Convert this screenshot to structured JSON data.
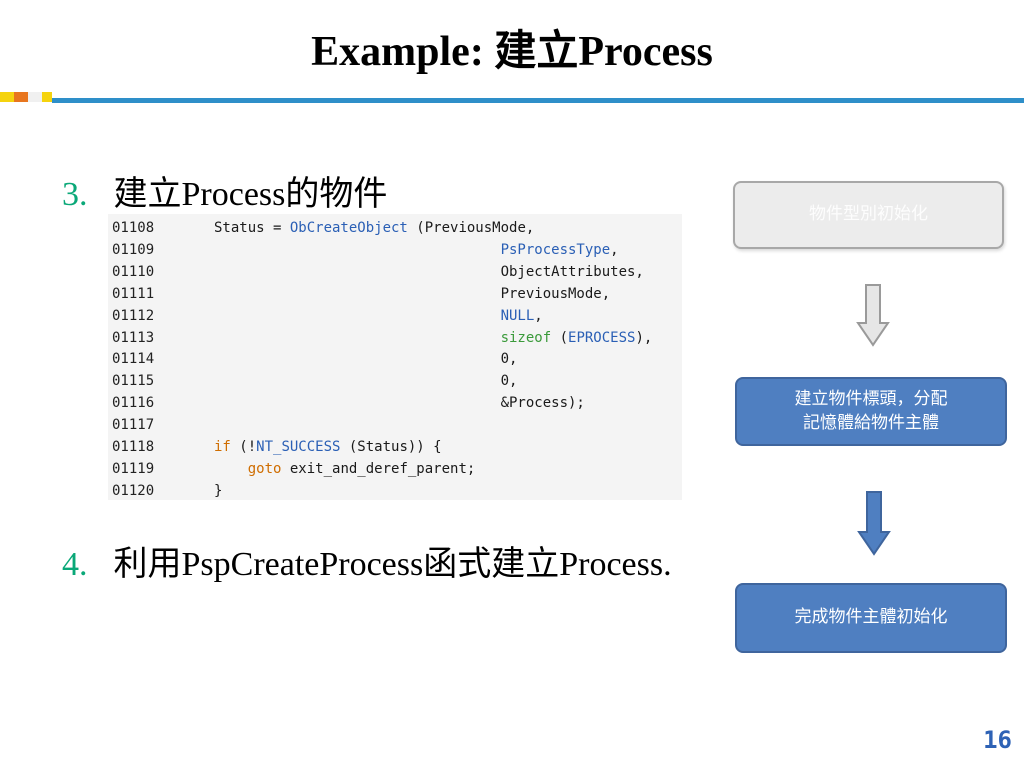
{
  "title": {
    "prefix": "Example: ",
    "cjk": "建立",
    "suffix": "Process"
  },
  "items": [
    {
      "number": "3.",
      "text": "建立Process的物件"
    },
    {
      "number": "4.",
      "text": "利用PspCreateProcess函式建立Process."
    }
  ],
  "code": [
    {
      "ln": "01108",
      "parts": [
        {
          "t": "Status = "
        },
        {
          "t": "ObCreateObject",
          "c": "blue"
        },
        {
          "t": " (PreviousMode,"
        }
      ]
    },
    {
      "ln": "01109",
      "parts": [
        {
          "t": "                                  "
        },
        {
          "t": "PsProcessType",
          "c": "blue"
        },
        {
          "t": ","
        }
      ]
    },
    {
      "ln": "01110",
      "parts": [
        {
          "t": "                                  ObjectAttributes,"
        }
      ]
    },
    {
      "ln": "01111",
      "parts": [
        {
          "t": "                                  PreviousMode,"
        }
      ]
    },
    {
      "ln": "01112",
      "parts": [
        {
          "t": "                                  "
        },
        {
          "t": "NULL",
          "c": "blue"
        },
        {
          "t": ","
        }
      ]
    },
    {
      "ln": "01113",
      "parts": [
        {
          "t": "                                  "
        },
        {
          "t": "sizeof",
          "c": "green"
        },
        {
          "t": " ("
        },
        {
          "t": "EPROCESS",
          "c": "blue"
        },
        {
          "t": "),"
        }
      ]
    },
    {
      "ln": "01114",
      "parts": [
        {
          "t": "                                  0,"
        }
      ]
    },
    {
      "ln": "01115",
      "parts": [
        {
          "t": "                                  0,"
        }
      ]
    },
    {
      "ln": "01116",
      "parts": [
        {
          "t": "                                  &Process);"
        }
      ]
    },
    {
      "ln": "01117",
      "parts": []
    },
    {
      "ln": "01118",
      "parts": [
        {
          "t": "if",
          "c": "orange"
        },
        {
          "t": " (!"
        },
        {
          "t": "NT_SUCCESS",
          "c": "blue"
        },
        {
          "t": " (Status)) {"
        }
      ]
    },
    {
      "ln": "01119",
      "parts": [
        {
          "t": "    "
        },
        {
          "t": "goto",
          "c": "orange"
        },
        {
          "t": " exit_and_deref_parent;"
        }
      ]
    },
    {
      "ln": "01120",
      "parts": [
        {
          "t": "}"
        }
      ]
    }
  ],
  "flow": {
    "box1": "物件型別初始化",
    "box2_line1": "建立物件標頭，分配",
    "box2_line2": "記憶體給物件主體",
    "box3": "完成物件主體初始化"
  },
  "colors": {
    "title_rule": "#2e8fc9",
    "list_number": "#0aa878",
    "flow_box_blue": "#4f7fc1",
    "flow_box_gray": "#ececec",
    "page_number": "#2e62b5"
  },
  "page_number": "16"
}
